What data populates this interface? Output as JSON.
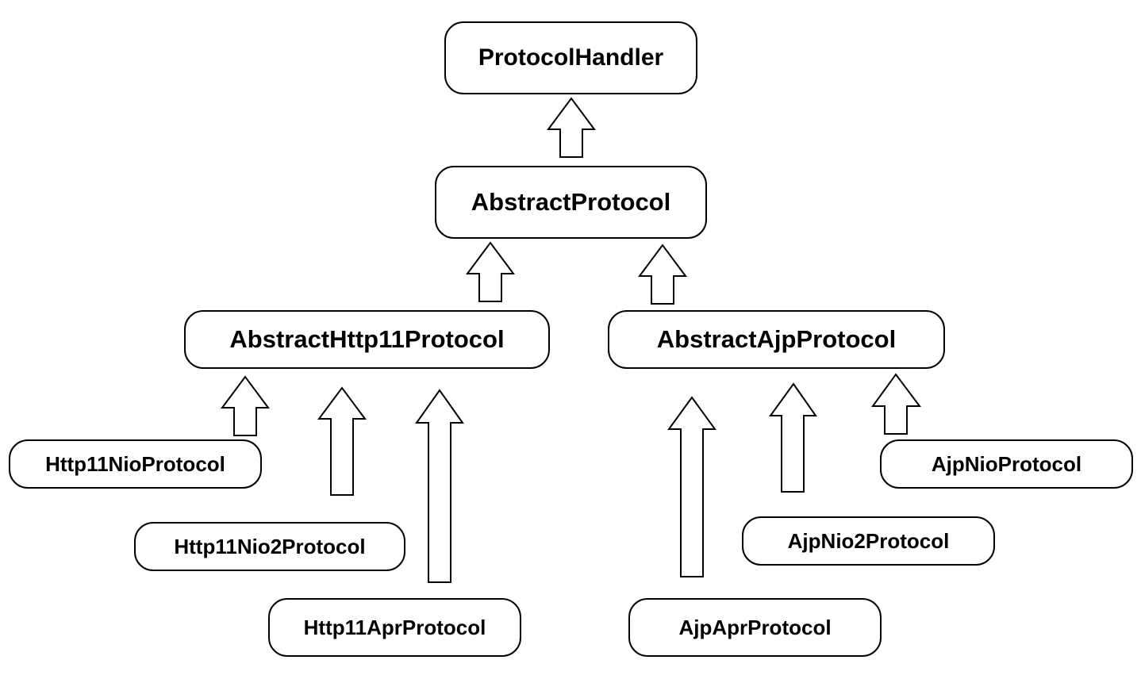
{
  "nodes": {
    "protocol_handler": "ProtocolHandler",
    "abstract_protocol": "AbstractProtocol",
    "abstract_http11_protocol": "AbstractHttp11Protocol",
    "abstract_ajp_protocol": "AbstractAjpProtocol",
    "http11_nio_protocol": "Http11NioProtocol",
    "http11_nio2_protocol": "Http11Nio2Protocol",
    "http11_apr_protocol": "Http11AprProtocol",
    "ajp_nio_protocol": "AjpNioProtocol",
    "ajp_nio2_protocol": "AjpNio2Protocol",
    "ajp_apr_protocol": "AjpAprProtocol"
  },
  "edges": [
    {
      "from": "AbstractProtocol",
      "to": "ProtocolHandler"
    },
    {
      "from": "AbstractHttp11Protocol",
      "to": "AbstractProtocol"
    },
    {
      "from": "AbstractAjpProtocol",
      "to": "AbstractProtocol"
    },
    {
      "from": "Http11NioProtocol",
      "to": "AbstractHttp11Protocol"
    },
    {
      "from": "Http11Nio2Protocol",
      "to": "AbstractHttp11Protocol"
    },
    {
      "from": "Http11AprProtocol",
      "to": "AbstractHttp11Protocol"
    },
    {
      "from": "AjpAprProtocol",
      "to": "AbstractAjpProtocol"
    },
    {
      "from": "AjpNio2Protocol",
      "to": "AbstractAjpProtocol"
    },
    {
      "from": "AjpNioProtocol",
      "to": "AbstractAjpProtocol"
    }
  ],
  "colors": {
    "stroke": "#000000",
    "fill": "#ffffff",
    "text": "#000000"
  }
}
